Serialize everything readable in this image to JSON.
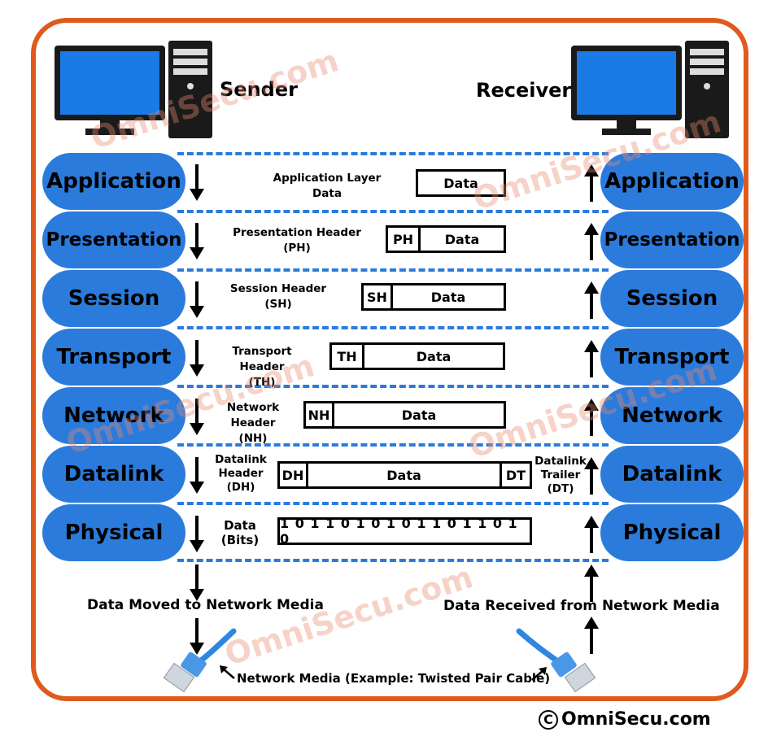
{
  "sender": {
    "label": "Sender"
  },
  "receiver": {
    "label": "Receiver"
  },
  "layers_left": [
    "Application",
    "Presentation",
    "Session",
    "Transport",
    "Network",
    "Datalink",
    "Physical"
  ],
  "layers_right": [
    "Application",
    "Presentation",
    "Session",
    "Transport",
    "Network",
    "Datalink",
    "Physical"
  ],
  "headers": {
    "application": [
      "Application Layer",
      "Data"
    ],
    "presentation": [
      "Presentation Header",
      "(PH)"
    ],
    "session": [
      "Session Header",
      "(SH)"
    ],
    "transport": [
      "Transport Header",
      "(TH)"
    ],
    "network": [
      "Network Header",
      "(NH)"
    ],
    "datalink": [
      "Datalink",
      "Header",
      "(DH)"
    ],
    "physical": [
      "Data",
      "(Bits)"
    ],
    "trailer": [
      "Datalink",
      "Trailer",
      "(DT)"
    ]
  },
  "pdus": {
    "app_data": "Data",
    "pres_header": "PH",
    "pres_data": "Data",
    "sess_header": "SH",
    "sess_data": "Data",
    "trans_header": "TH",
    "trans_data": "Data",
    "net_header": "NH",
    "net_data": "Data",
    "dl_header": "DH",
    "dl_data": "Data",
    "dl_trailer": "DT",
    "bits": "1 0 1 1 0 1 0 1 0 1 1 0 1 1 0 1 0"
  },
  "captions": {
    "moved": "Data Moved to Network Media",
    "received": "Data Received from Network Media",
    "media": "Network Media (Example: Twisted Pair Cable)"
  },
  "watermark": "OmniSecu.com",
  "copyright": {
    "symbol": "C",
    "text": "OmniSecu.com"
  },
  "colors": {
    "frame": "#e05a1c",
    "layer": "#2b7bdc",
    "watermark": "#e7896e"
  }
}
